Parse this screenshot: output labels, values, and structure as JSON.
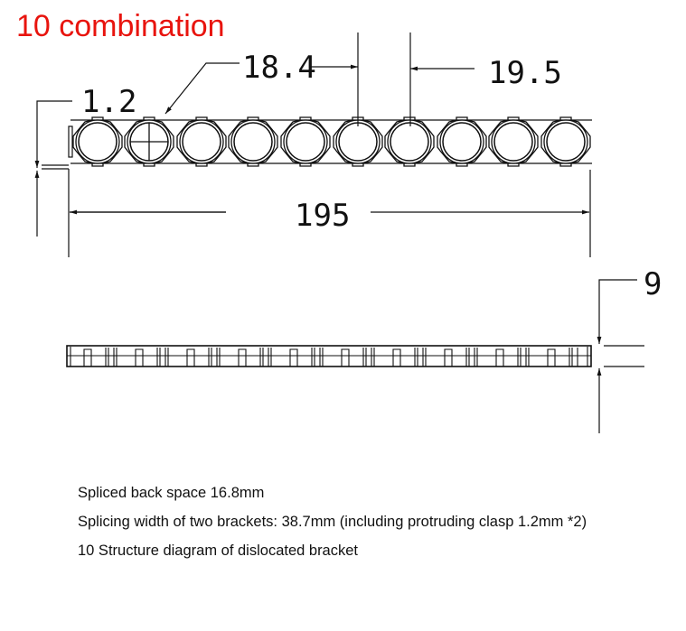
{
  "title": {
    "text": "10 combination",
    "color": "#e8140e"
  },
  "top_view": {
    "cell_count": 10,
    "dimensions": {
      "cell_inner": "18.4",
      "cell_pitch": "19.5",
      "clasp": "1.2",
      "overall_length": "195"
    }
  },
  "side_view": {
    "dimensions": {
      "height": "9"
    }
  },
  "notes": [
    "Spliced back space 16.8mm",
    "Splicing width of two brackets: 38.7mm (including protruding clasp 1.2mm *2)",
    "10 Structure diagram of dislocated bracket"
  ]
}
